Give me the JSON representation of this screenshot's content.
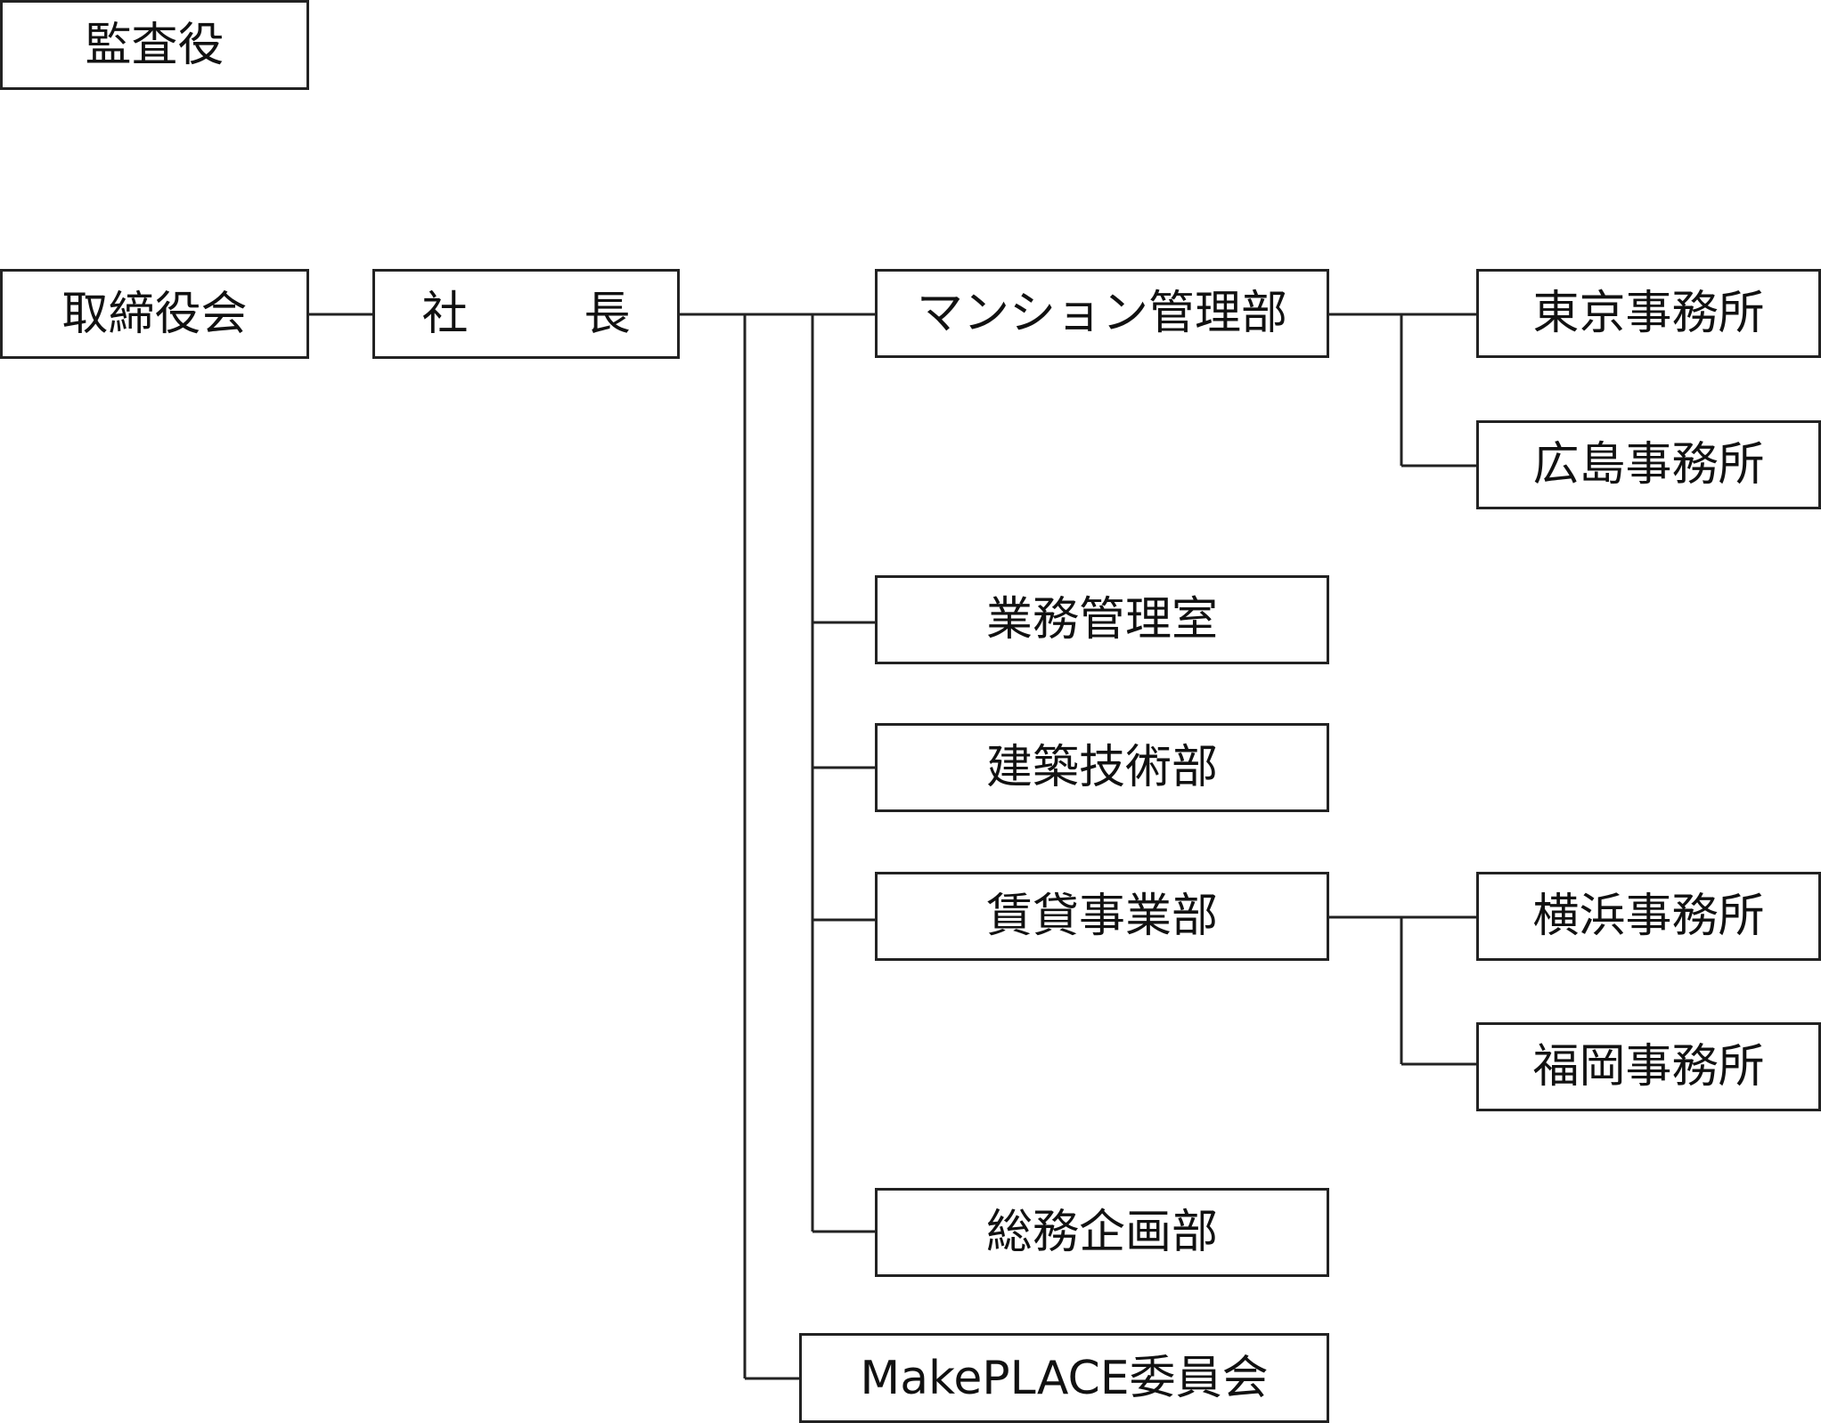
{
  "auditor": "監査役",
  "board": "取締役会",
  "president": {
    "char1": "社",
    "char2": "長"
  },
  "departments": {
    "mansion": "マンション管理部",
    "operations": "業務管理室",
    "architecture": "建築技術部",
    "rental": "賃貸事業部",
    "general": "総務企画部",
    "makeplace": "MakePLACE委員会"
  },
  "offices": {
    "tokyo": "東京事務所",
    "hiroshima": "広島事務所",
    "yokohama": "横浜事務所",
    "fukuoka": "福岡事務所"
  }
}
